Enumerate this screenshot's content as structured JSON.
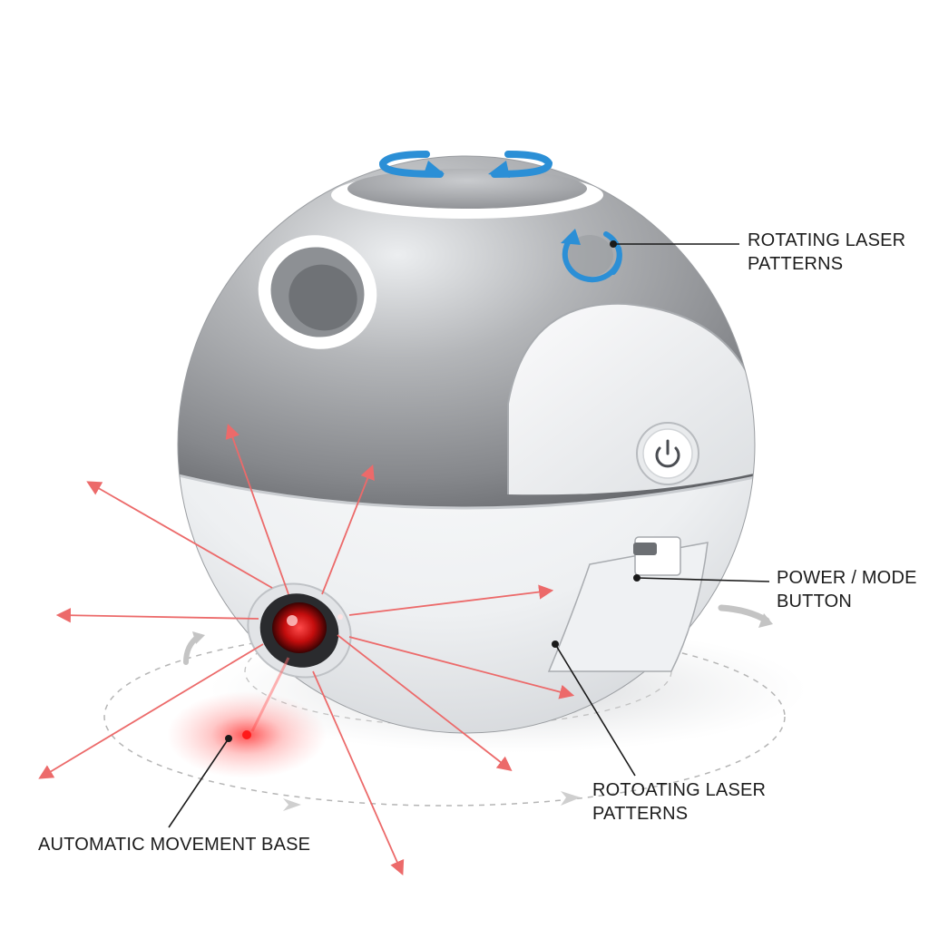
{
  "labels": {
    "rotating_top": {
      "line1": "ROTATING LASER",
      "line2": "PATTERNS"
    },
    "power_mode": {
      "line1": "POWER / MODE",
      "line2": "BUTTON"
    },
    "rotating_bottom": {
      "line1": "ROTOATING LASER",
      "line2": "PATTERNS"
    },
    "base": {
      "line1": "AUTOMATIC MOVEMENT BASE"
    }
  },
  "colors": {
    "shell_gray": "#8e9093",
    "shell_white": "#f1f2f3",
    "rotation_arrow": "#2b8fd6",
    "laser_beam": "#ec6a6a",
    "laser_dot": "#ff1a1a",
    "leader_line": "#1a1a1a",
    "base_ring": "#b5b5b5"
  },
  "icons": [
    "rotation-arrows-icon",
    "rotate-cycle-icon",
    "power-icon"
  ]
}
